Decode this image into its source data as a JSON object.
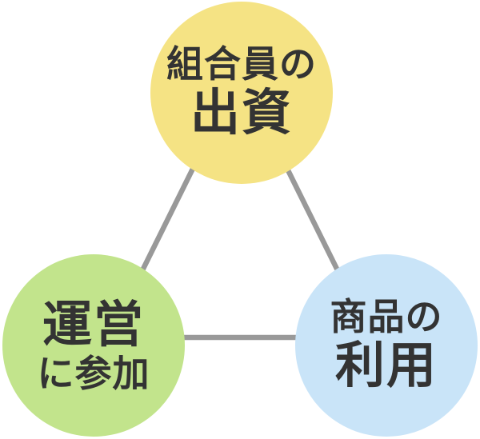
{
  "diagram": {
    "background_color": "#ffffff",
    "connector_color": "#999999",
    "text_color": "#333333",
    "nodes": {
      "top": {
        "line1": "組合員の",
        "line2": "出資",
        "fill_color": "#F5E384"
      },
      "bottom_left": {
        "line1": "運営",
        "line2": "に参加",
        "fill_color": "#C2E48C"
      },
      "bottom_right": {
        "line1": "商品の",
        "line2": "利用",
        "fill_color": "#C9E4F8"
      }
    }
  }
}
